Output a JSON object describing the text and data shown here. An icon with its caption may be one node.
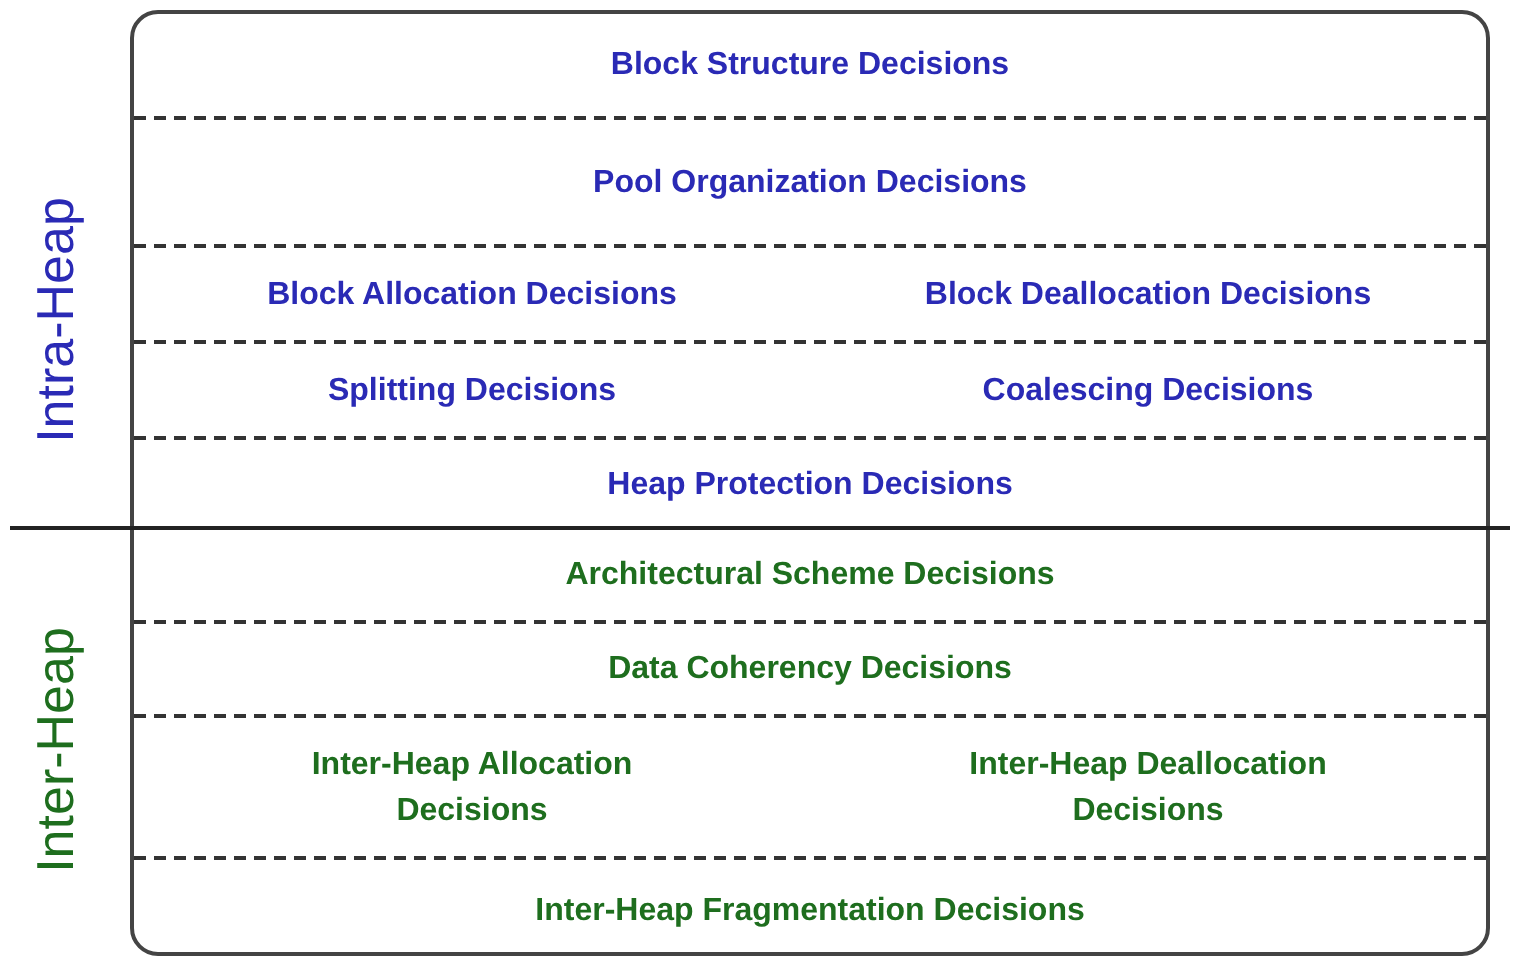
{
  "diagram": {
    "nodes": [
      {
        "text": [],
        "shape": "box"
      },
      {
        "text": [
          "Block Structure Decisions"
        ],
        "in": 0
      },
      {
        "text": [
          "Pool Organization Decisions"
        ],
        "in": 0
      },
      {
        "text": [
          "Block Allocation Decisions",
          "Block Deallocation Decisions"
        ],
        "in": 0
      },
      {
        "text": [
          "Splitting Decisions",
          "Coalescing Decisions"
        ],
        "in": 0
      },
      {
        "text": [
          "Heap Protection Decisions"
        ],
        "in": 0
      },
      {
        "text": [
          "Architectural Scheme Decisions"
        ],
        "in": 0
      },
      {
        "text": [
          "Data Coherency Decisions"
        ],
        "in": 0
      },
      {
        "text": [
          "Inter-Heap Allocation Decisions",
          "Inter-Heap Deallocation Decisions"
        ],
        "in": 0
      },
      {
        "text": [
          "Inter-Heap Fragmentation Decisions"
        ],
        "in": 0
      }
    ],
    "labels": [
      "Intra-Heap",
      "Inter-Heap"
    ]
  }
}
